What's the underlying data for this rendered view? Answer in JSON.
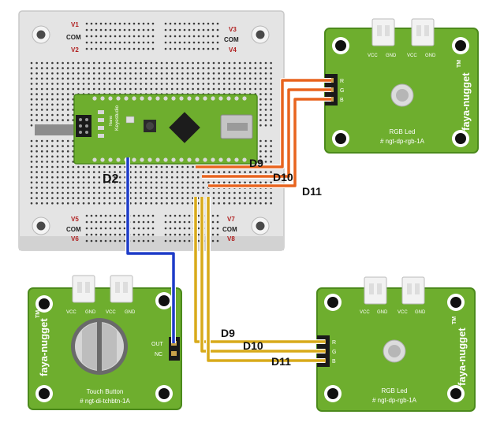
{
  "breadboard": {
    "rail_labels": {
      "v1": "V1",
      "v2": "V2",
      "v3": "V3",
      "v4": "V4",
      "v5": "V5",
      "v6": "V6",
      "v7": "V7",
      "v8": "V8",
      "com": "COM"
    }
  },
  "arduino": {
    "brand_text": "Keyestudio",
    "model_text": "Nano"
  },
  "wire_labels": {
    "d2": "D2",
    "d9_top": "D9",
    "d10_top": "D10",
    "d11_top": "D11",
    "d9_bottom": "D9",
    "d10_bottom": "D10",
    "d11_bottom": "D11"
  },
  "rgb_led_top": {
    "pins": [
      "R",
      "G",
      "B"
    ],
    "connector_labels": [
      "VCC",
      "GND",
      "VCC",
      "GND"
    ],
    "title": "RGB Led",
    "part_number": "# ngt-dp-rgb-1A",
    "brand": "faya-nugget",
    "tm": "TM"
  },
  "rgb_led_bottom": {
    "pins": [
      "R",
      "G",
      "B"
    ],
    "connector_labels": [
      "VCC",
      "GND",
      "VCC",
      "GND"
    ],
    "title": "RGB Led",
    "part_number": "# ngt-dp-rgb-1A",
    "brand": "faya-nugget",
    "tm": "TM"
  },
  "touch_button": {
    "pins": [
      "OUT",
      "NC"
    ],
    "connector_labels": [
      "VCC",
      "GND",
      "VCC",
      "GND"
    ],
    "title": "Touch Button",
    "part_number": "# ngt-di-tchbtn-1A",
    "brand": "faya-nugget",
    "tm": "TM"
  },
  "colors": {
    "board_green": "#6eae2e",
    "board_edge": "#4c8a1c",
    "breadboard": "#e4e4e4",
    "wire_orange": "#e8641e",
    "wire_yellow": "#d8aa1a",
    "wire_blue": "#1e3cc8"
  }
}
